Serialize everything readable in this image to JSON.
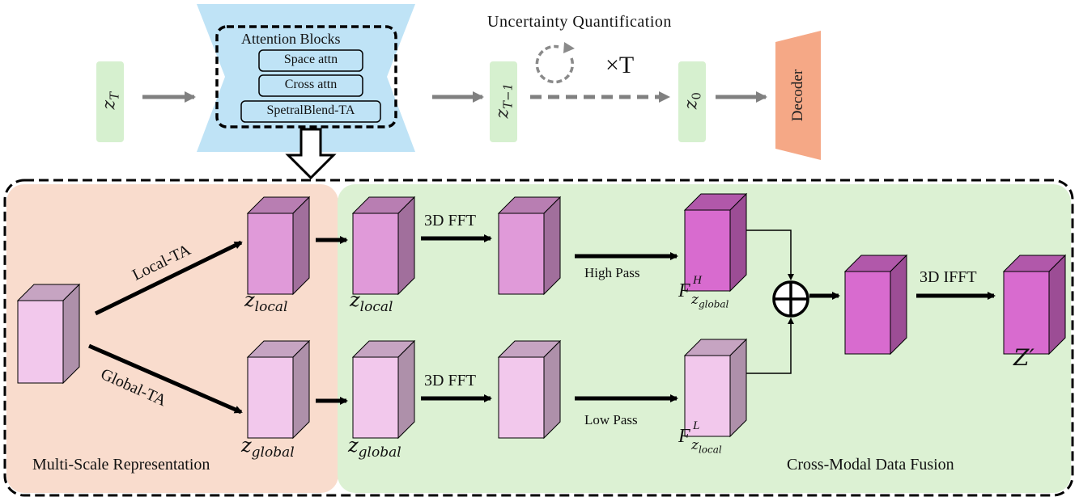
{
  "top": {
    "title": "Uncertainty Quantification",
    "repeat": "×T",
    "z_start": "z",
    "z_start_sub": "T",
    "z_mid": "z",
    "z_mid_sub": "T−1",
    "z_end": "z",
    "z_end_sub": "0",
    "decoder": "Decoder",
    "unet_title": "Attention Blocks",
    "unet_blocks": [
      "Space attn",
      "Cross attn",
      "SpetralBlend-TA"
    ]
  },
  "bottom": {
    "left_panel_label": "Multi-Scale Representation",
    "right_panel_label": "Cross-Modal Data Fusion",
    "local_ta": "Local-TA",
    "global_ta": "Global-TA",
    "z_local": "z",
    "z_local_sub": "local",
    "z_global": "z",
    "z_global_sub": "global",
    "fft_top": "3D FFT",
    "fft_bottom": "3D FFT",
    "high_pass": "High Pass",
    "low_pass": "Low Pass",
    "f_high": "F",
    "f_high_sup": "H",
    "f_high_sub": "z",
    "f_high_subsub": "global",
    "f_low": "F",
    "f_low_sup": "L",
    "f_low_sub": "z",
    "f_low_subsub": "local",
    "ifft": "3D IFFT",
    "z_prime": "Z′"
  },
  "colors": {
    "latent_green": "#d6f0cf",
    "unet_blue": "#bfe3f6",
    "decoder_orange": "#f5a886",
    "left_panel": "#f9dccd",
    "right_panel": "#dcf1d3",
    "cube_light": "#f2c8ec",
    "cube_mid": "#e09ad9",
    "cube_dark": "#d86bcf",
    "arrow_gray": "#808080"
  }
}
